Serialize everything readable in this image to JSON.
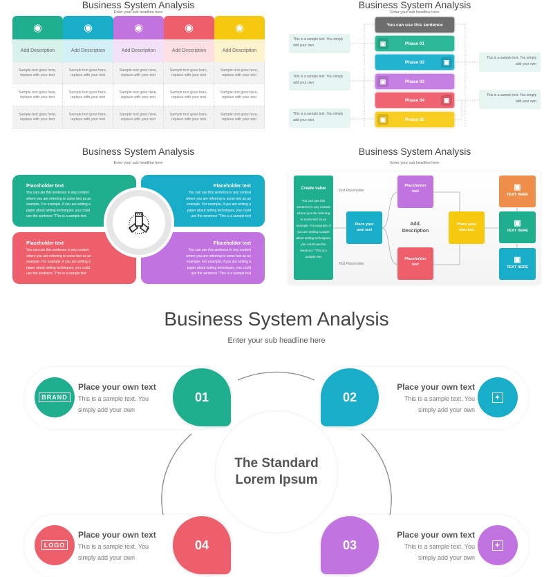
{
  "panel1": {
    "title": "Business System Analysis",
    "subtitle": "Enter your sub headline here",
    "columns": [
      {
        "icon": "presentation-team-icon",
        "color": "#1fae8e",
        "light": "#d8f1ea",
        "desc": "Add Description"
      },
      {
        "icon": "whiteboard-strategy-icon",
        "color": "#18adc8",
        "light": "#d3f0f6",
        "desc": "Add Description"
      },
      {
        "icon": "hand-coin-icon",
        "color": "#c174e0",
        "light": "#f2e1f9",
        "desc": "Add Description"
      },
      {
        "icon": "calendar-chart-icon",
        "color": "#ee5f6c",
        "light": "#fde0e3",
        "desc": "Add Description"
      },
      {
        "icon": "target-cycle-icon",
        "color": "#f6c90e",
        "light": "#fdf3cd",
        "desc": "Add Description"
      }
    ],
    "cell_text": "Sample text goes here, replace with your text"
  },
  "panel2": {
    "title": "Business System Analysis",
    "subtitle": "Enter your sub headline here",
    "header": "You can use this sentence",
    "phases": [
      {
        "label": "Phase 01",
        "color": "#2cb897",
        "icon": "laptop-icon"
      },
      {
        "label": "Phase 02",
        "color": "#22b3d0",
        "icon": "laptop-icon"
      },
      {
        "label": "Phase 03",
        "color": "#c57fe3",
        "icon": "target-icon"
      },
      {
        "label": "Phase 04",
        "color": "#ef6470",
        "icon": "lightbulb-dollar-icon"
      },
      {
        "label": "Phase 05",
        "color": "#f6cd20",
        "icon": "document-icon"
      }
    ],
    "side_text": "This is a sample text. You simply add your own"
  },
  "panel3": {
    "title": "Business System Analysis",
    "subtitle": "Enter your sub headline here",
    "boxes": [
      {
        "heading": "Placeholder text",
        "text": "You can use this sentence in any context where you are referring to some text as an example. For example, if you are writing a paper about writing techniques, you could use the sentence \"This is a sample text",
        "color": "#1fae8e"
      },
      {
        "heading": "Placeholder text",
        "text": "You can use this sentence in any context where you are referring to some text as an example. For example, if you are writing a paper about writing techniques, you could use the sentence \"This is a sample text",
        "color": "#18adc8"
      },
      {
        "heading": "Placeholder text",
        "text": "You can use this sentence in any context where you are referring to some text as an example. For example, if you are writing a paper about writing techniques, you could use the sentence \"This is a sample text",
        "color": "#ee5f6c"
      },
      {
        "heading": "Placeholder text",
        "text": "You can use this sentence in any context where you are referring to some text as an example. For example, if you are writing a paper about writing techniques, you could use the sentence \"This is a sample text",
        "color": "#c174e0"
      }
    ],
    "center_icon": "teamwork-hands-icon"
  },
  "panel4": {
    "title": "Business System Analysis",
    "subtitle": "Enter your sub headline here",
    "create": {
      "heading": "Create value",
      "text": "You can use this sentence in any context where you are referring to some text as an example. For example, if you are writing a paper about writing techniques, you could use the sentence \"This is a sample text"
    },
    "text_placeholder_top": "Text Placeholder",
    "text_placeholder_bottom": "Text Placeholder",
    "place1": "Place your own text",
    "place2": "Place your own text",
    "ph_top": "Placeholder text",
    "ph_bottom": "Placeholder text",
    "center": "Add. Description",
    "outputs": [
      {
        "label": "TEXT HERE",
        "icon": "browser-gear-icon",
        "color": "#ef8e4a"
      },
      {
        "label": "TEXT HERE",
        "icon": "calendar-icon",
        "color": "#1fae8e"
      },
      {
        "label": "TEXT HERE",
        "icon": "monitor-chart-icon",
        "color": "#18adc8"
      }
    ]
  },
  "main": {
    "title": "Business System Analysis",
    "subtitle": "Enter your sub headline here",
    "center_line1": "The Standard",
    "center_line2": "Lorem Ipsum",
    "items": [
      {
        "num": "01",
        "heading": "Place your own text",
        "line1": "This is a sample text. You",
        "line2": "simply add your own",
        "icon": "brand-badge-icon",
        "icon_text": "BRAND",
        "color": "#1fae8e"
      },
      {
        "num": "02",
        "heading": "Place your own text",
        "line1": "This is a sample text. You",
        "line2": "simply add your own",
        "icon": "award-hands-icon",
        "color": "#18adc8"
      },
      {
        "num": "03",
        "heading": "Place your own text",
        "line1": "This is a sample text. You",
        "line2": "simply add your own",
        "icon": "award-hand-icon",
        "color": "#c174e0"
      },
      {
        "num": "04",
        "heading": "Place your own text",
        "line1": "This is a sample text. You",
        "line2": "simply add your own",
        "icon": "logo-design-icon",
        "icon_text": "LOGO",
        "color": "#ee5f6c"
      }
    ]
  }
}
